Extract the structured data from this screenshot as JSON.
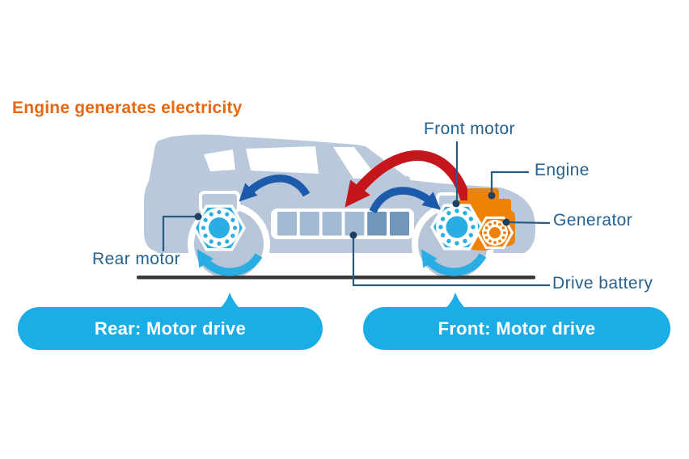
{
  "title": {
    "text": "Engine generates electricity",
    "color": "#e8670e"
  },
  "labels": {
    "front_motor": "Front motor",
    "engine": "Engine",
    "generator": "Generator",
    "rear_motor": "Rear motor",
    "drive_battery": "Drive battery"
  },
  "callouts": {
    "rear": "Rear: Motor drive",
    "front": "Front: Motor drive"
  },
  "colors": {
    "title_orange": "#e8670e",
    "engine_orange": "#ee8206",
    "motor_cyan": "#29ade3",
    "callout_cyan": "#1bade6",
    "arrow_blue": "#1c5aab",
    "arrow_red": "#c5161c",
    "car_body": "#b9c8da",
    "battery_cell_light": "#a2bbd2",
    "battery_cell_dark": "#7096b9",
    "label_text": "#26618f",
    "leader_line": "#2a5a7f",
    "leader_dot": "#1d4161",
    "ground": "#3b3835",
    "callout_text": "#ffffff"
  },
  "diagram": {
    "battery_cells": 6,
    "bearing_dots": 12
  }
}
